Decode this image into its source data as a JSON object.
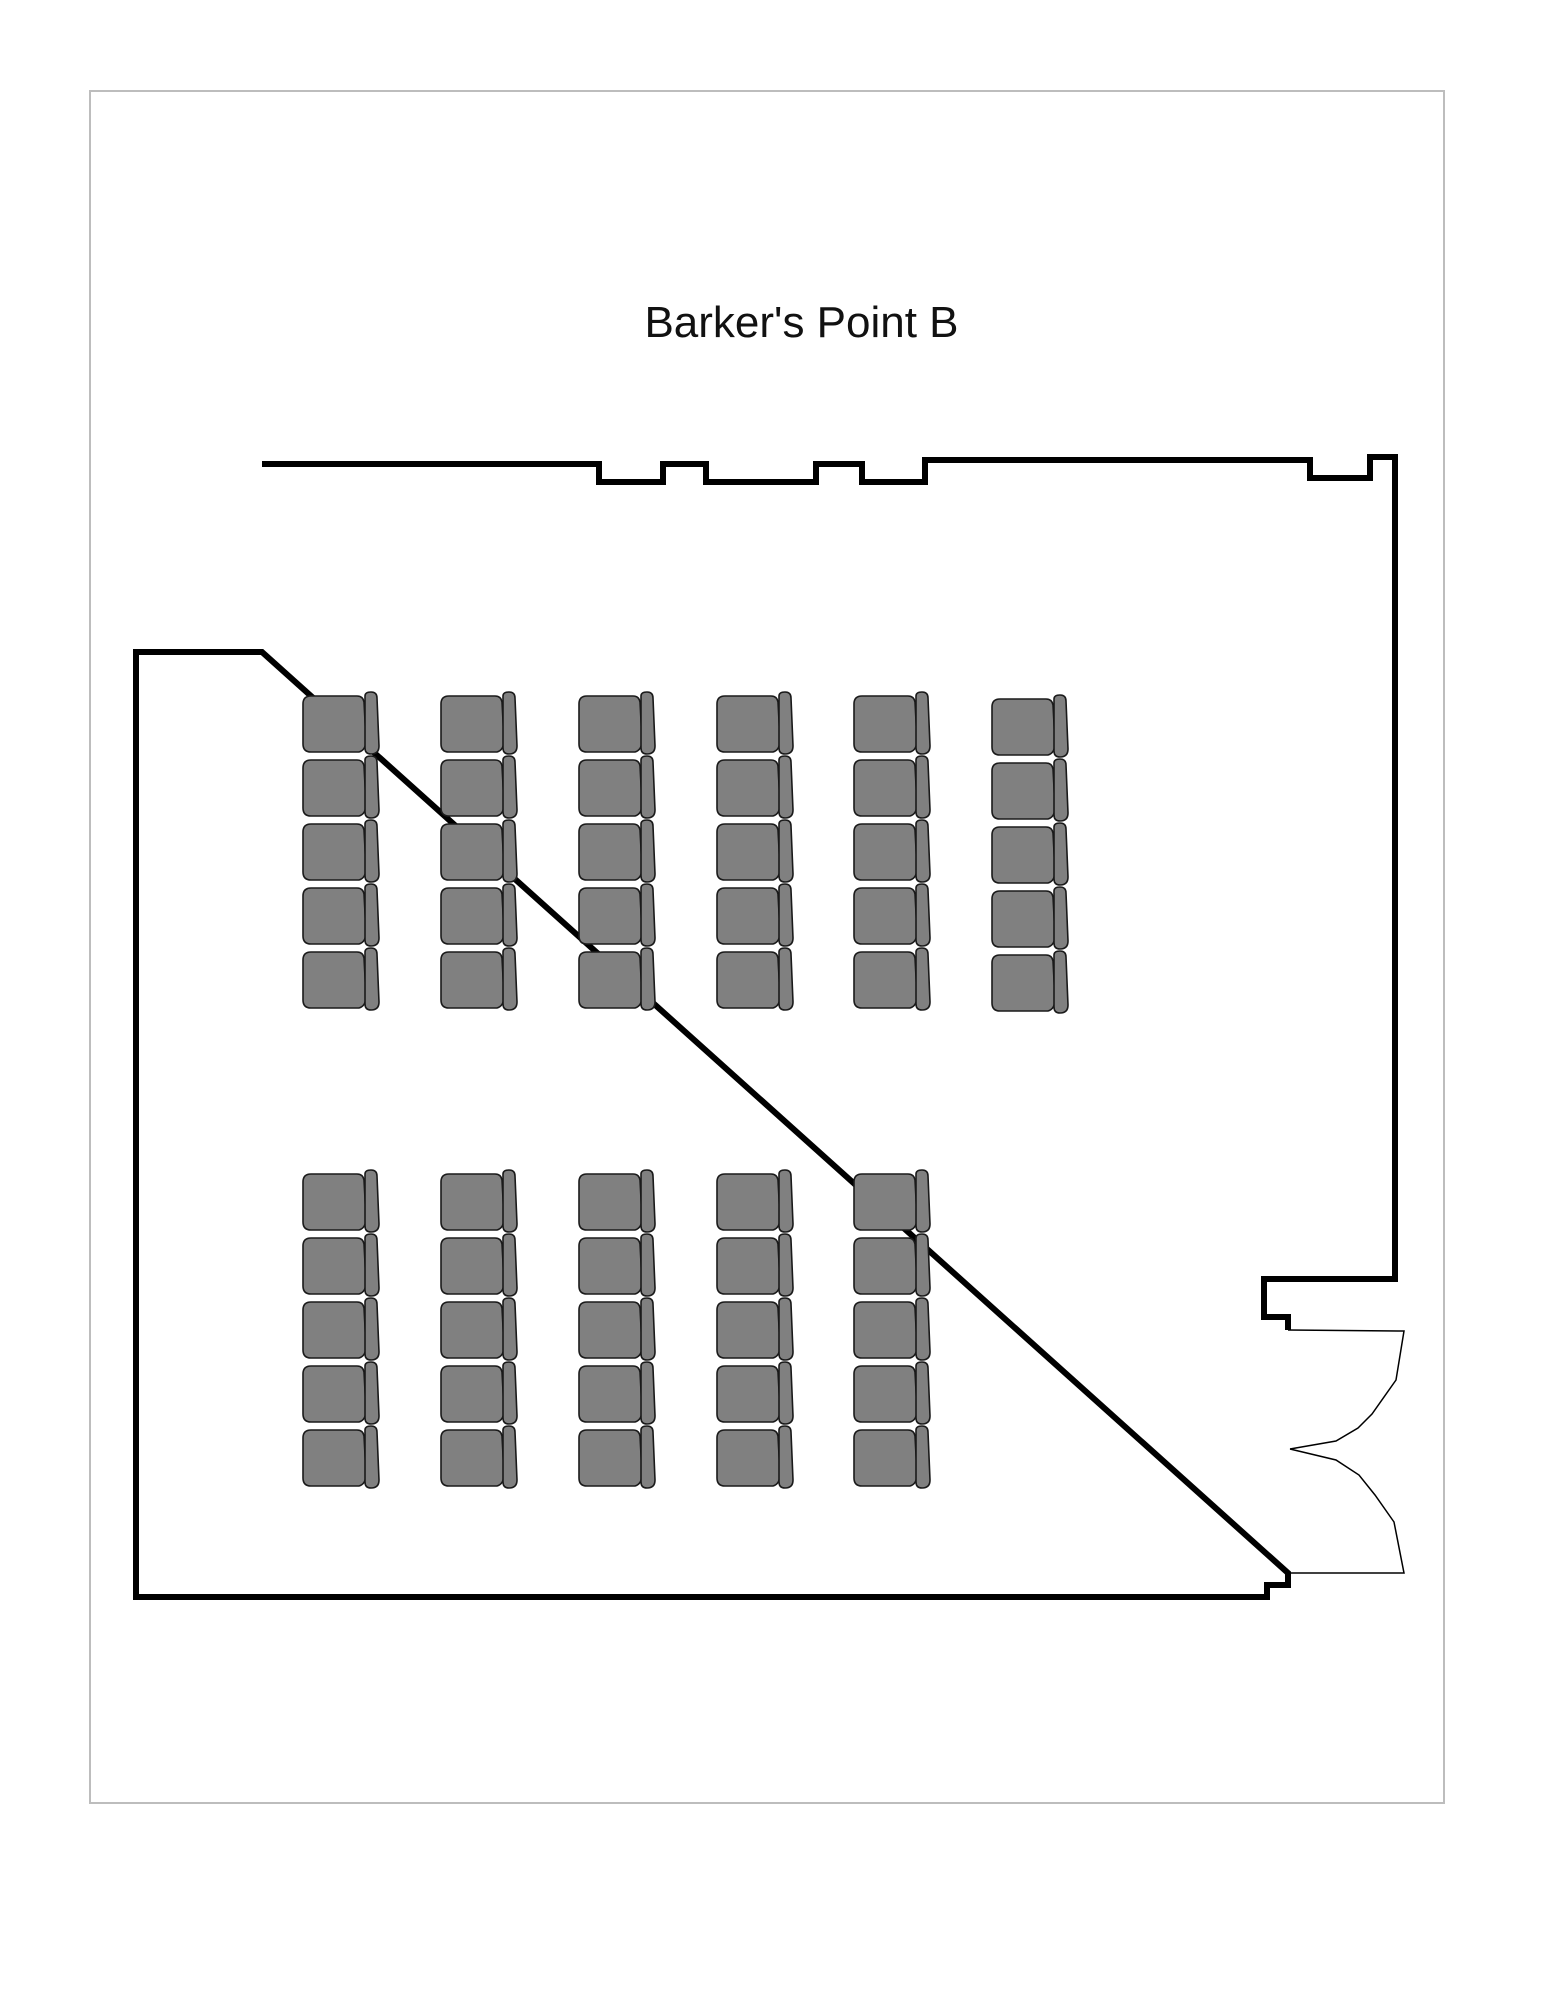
{
  "room": {
    "title": "Barker's Point B"
  },
  "colors": {
    "chair_fill": "#808080",
    "chair_stroke": "#1a1a1a",
    "wall": "#000000",
    "frame": "#bdbdbd"
  },
  "seating": {
    "upper_block": {
      "columns": 6,
      "rows_per_column": 5
    },
    "lower_block": {
      "columns": 5,
      "rows_per_column": 5
    }
  },
  "icons": {
    "chair": "chair-icon",
    "door": "double-door-icon"
  }
}
